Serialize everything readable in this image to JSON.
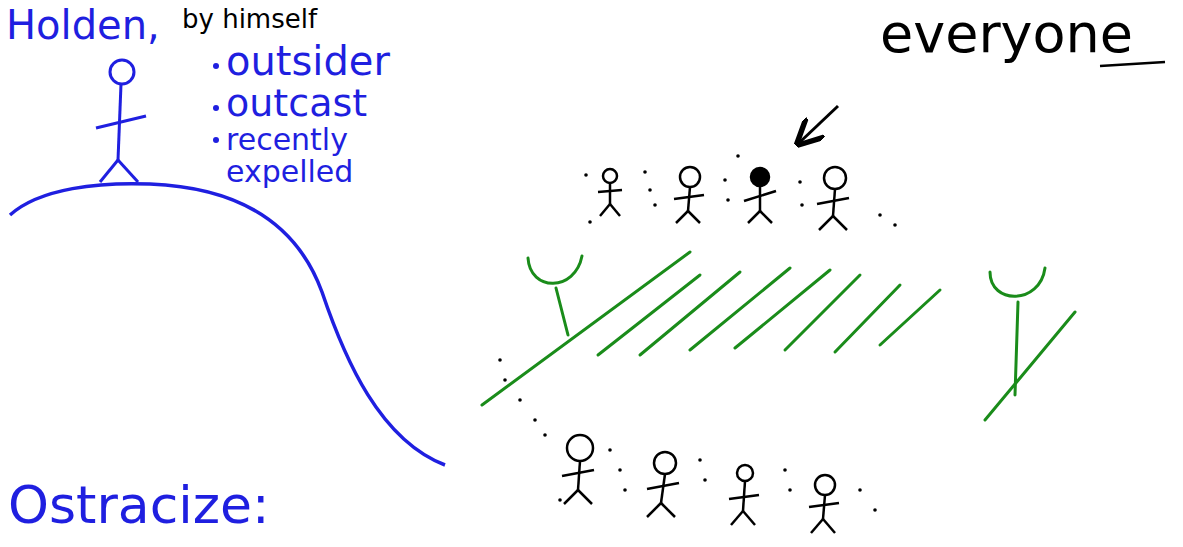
{
  "diagram": {
    "labels": [
      "Holden,",
      "by himself",
      "outsider",
      "outcast",
      "recently expelled",
      "everyone",
      "Ostracize:"
    ]
  }
}
